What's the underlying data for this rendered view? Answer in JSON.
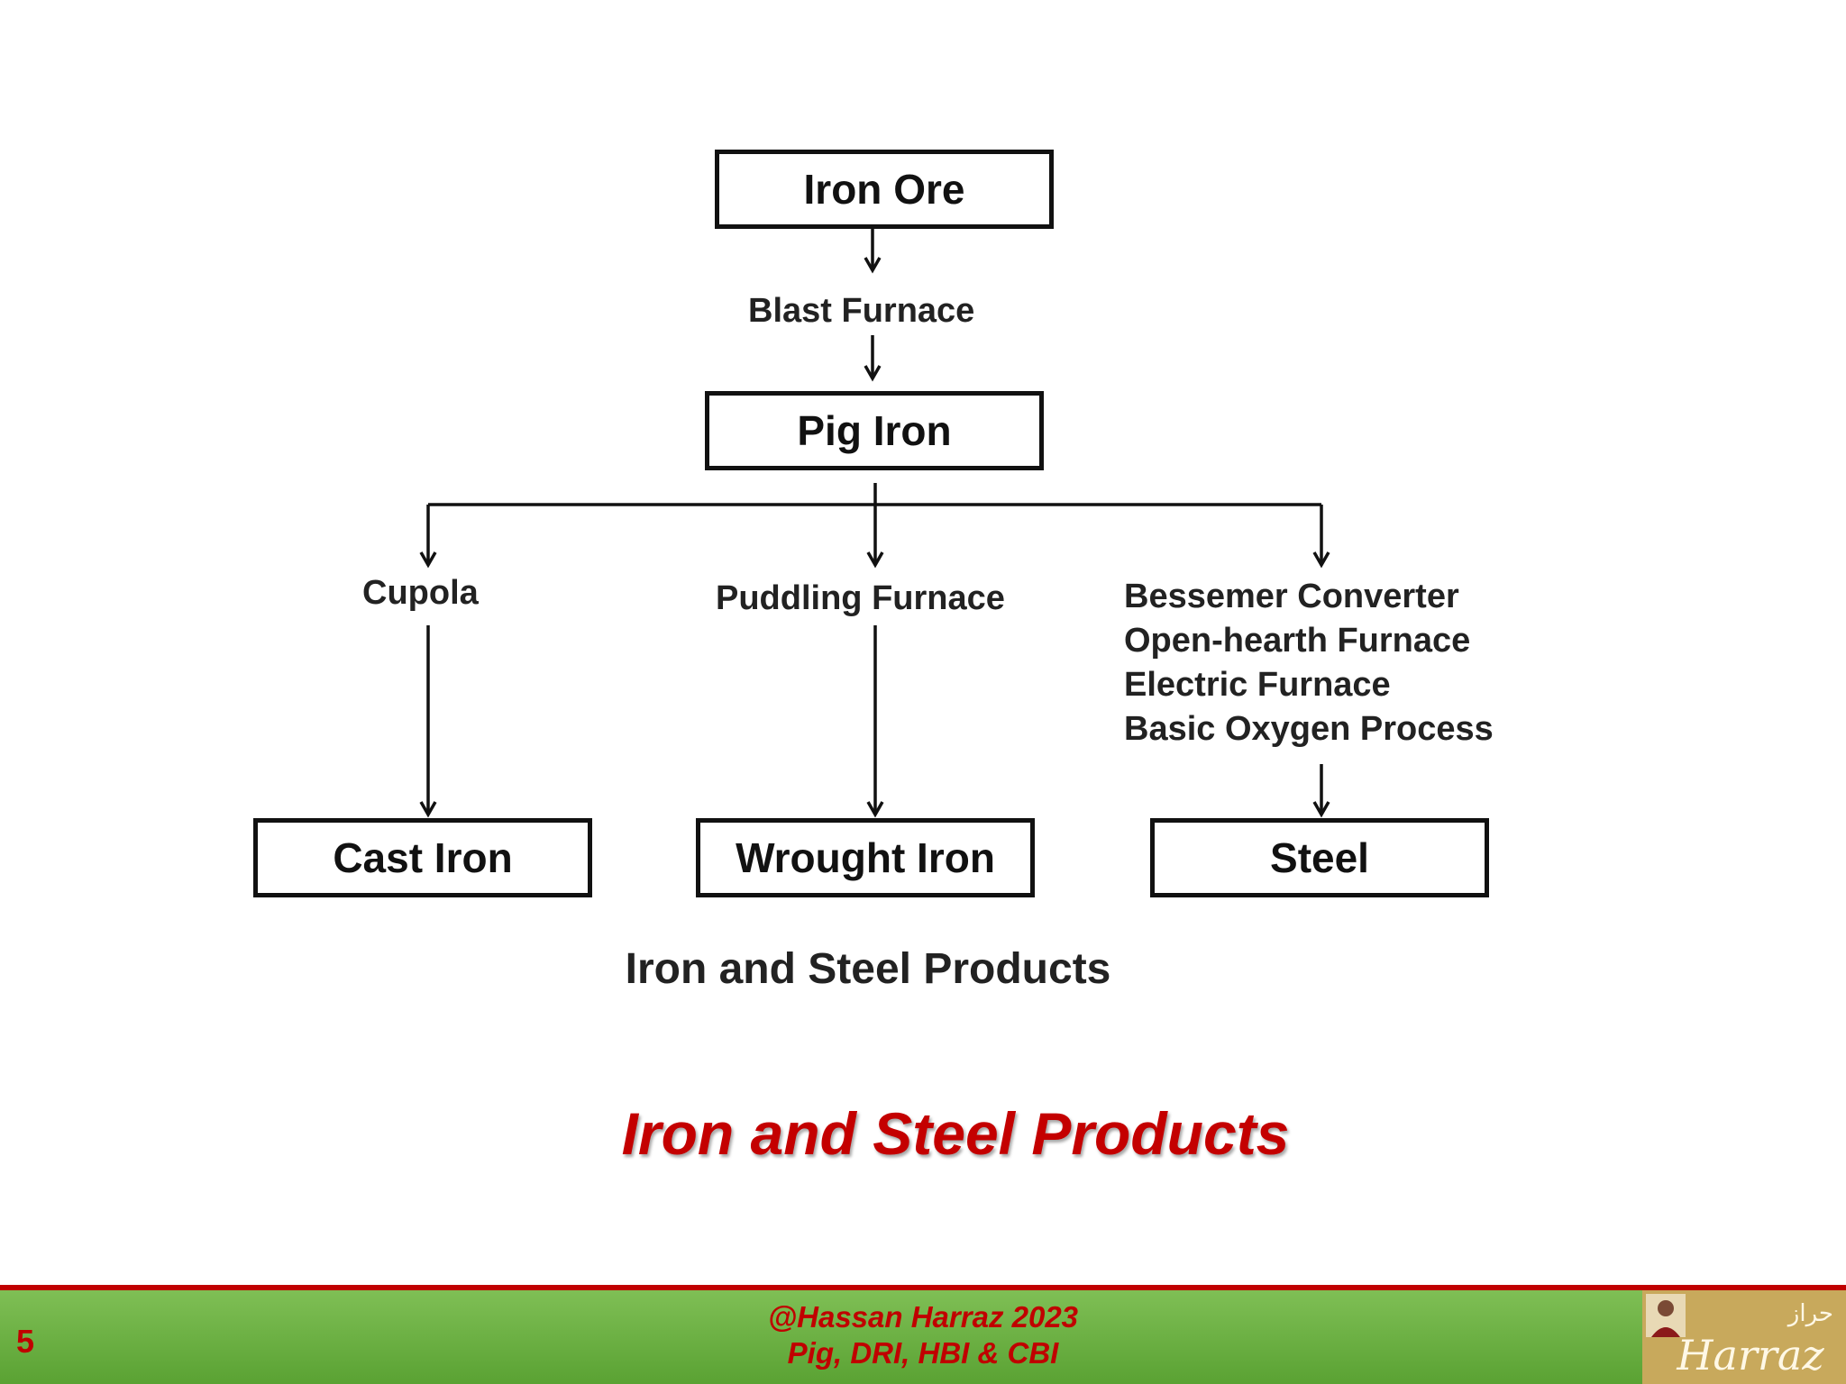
{
  "diagram": {
    "nodes": {
      "iron_ore": "Iron Ore",
      "pig_iron": "Pig Iron",
      "cast_iron": "Cast Iron",
      "wrought_iron": "Wrought Iron",
      "steel": "Steel"
    },
    "processes": {
      "blast_furnace": "Blast Furnace",
      "cupola": "Cupola",
      "puddling_furnace": "Puddling Furnace",
      "steel_processes": [
        "Bessemer Converter",
        "Open-hearth Furnace",
        "Electric Furnace",
        "Basic Oxygen Process"
      ]
    },
    "caption": "Iron and Steel Products"
  },
  "slide": {
    "title": "Iron and Steel Products",
    "number": "5"
  },
  "footer": {
    "credit_line1": "@Hassan Harraz 2023",
    "credit_line2": "Pig, DRI, HBI & CBI",
    "logo_text": "Harraz",
    "logo_arabic": "حراز"
  },
  "colors": {
    "title_red": "#c40000",
    "footer_green": "#6cb044",
    "footer_line": "#c00000"
  }
}
